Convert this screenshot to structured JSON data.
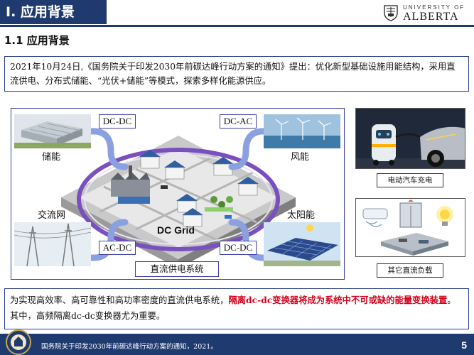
{
  "header": {
    "title": "I. 应用背景",
    "university_top": "UNIVERSITY OF",
    "university_name": "ALBERTA"
  },
  "section": {
    "heading": "1.1 应用背景"
  },
  "intro": {
    "text": "2021年10月24日,《国务院关于印发2030年前碳达峰行动方案的通知》提出：优化新型基础设施用能结构，采用直流供电、分布式储能、“光伏+储能”等模式，探索多样化能源供应。"
  },
  "diagram": {
    "converters": {
      "top_left": "DC-DC",
      "top_right": "DC-AC",
      "bottom_left": "AC-DC",
      "bottom_right": "DC-DC"
    },
    "labels": {
      "storage": "储能",
      "wind": "风能",
      "ac_grid": "交流网",
      "solar": "太阳能"
    },
    "grid_label": "DC Grid",
    "caption": "直流供电系统"
  },
  "right_panel": {
    "ev_caption": "电动汽车充电",
    "loads_caption": "其它直流负载"
  },
  "conclusion": {
    "part1": "为实现高效率、高可靠性和高功率密度的直流供电系统，",
    "highlight": "隔离dc-dc变换器将成为系统中不可或缺的能量变换装置",
    "part2": "。其中，高频隔离dc-dc变换器尤为重要。"
  },
  "footer": {
    "reference": "国务院关于印发2030年前碳达峰行动方案的通知，2021。",
    "page_number": "5"
  },
  "colors": {
    "navy": "#1f3a6e",
    "frame_blue": "#3f3fa8",
    "highlight_red": "#d6001c",
    "ring_purple": "#7a4fc0"
  }
}
